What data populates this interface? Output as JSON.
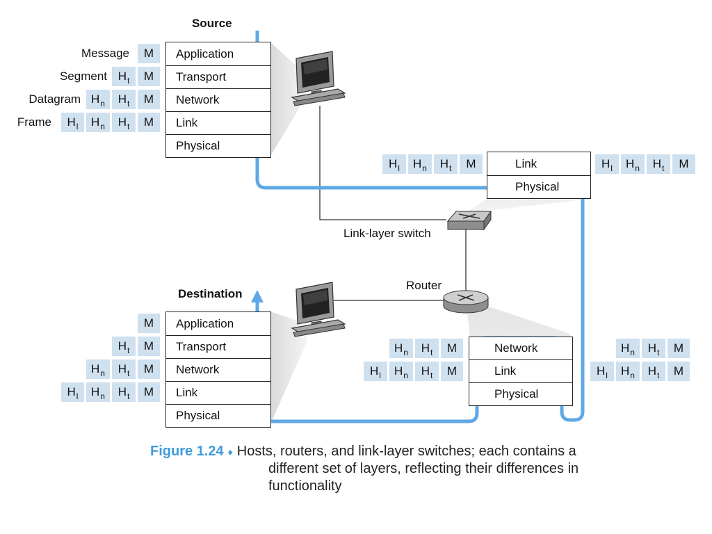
{
  "source": {
    "title": "Source",
    "layers": [
      "Application",
      "Transport",
      "Network",
      "Link",
      "Physical"
    ],
    "pdu_labels": [
      "Message",
      "Segment",
      "Datagram",
      "Frame"
    ]
  },
  "destination": {
    "title": "Destination",
    "layers": [
      "Application",
      "Transport",
      "Network",
      "Link",
      "Physical"
    ]
  },
  "switch": {
    "label": "Link-layer switch",
    "layers": [
      "Link",
      "Physical"
    ]
  },
  "router": {
    "label": "Router",
    "layers": [
      "Network",
      "Link",
      "Physical"
    ]
  },
  "headers": {
    "M": "M",
    "Ht": {
      "base": "H",
      "sub": "t"
    },
    "Hn": {
      "base": "H",
      "sub": "n"
    },
    "Hl": {
      "base": "H",
      "sub": "l"
    }
  },
  "caption": {
    "figure": "Figure 1.24",
    "bullet": "♦",
    "lines": [
      "Hosts, routers, and link-layer switches; each contains a",
      "different set of layers, reflecting their differences in",
      "functionality"
    ]
  },
  "colors": {
    "flow_line": "#5fa8e6",
    "header_box": "#cfe0ef",
    "figure_label": "#3f9bdc"
  }
}
